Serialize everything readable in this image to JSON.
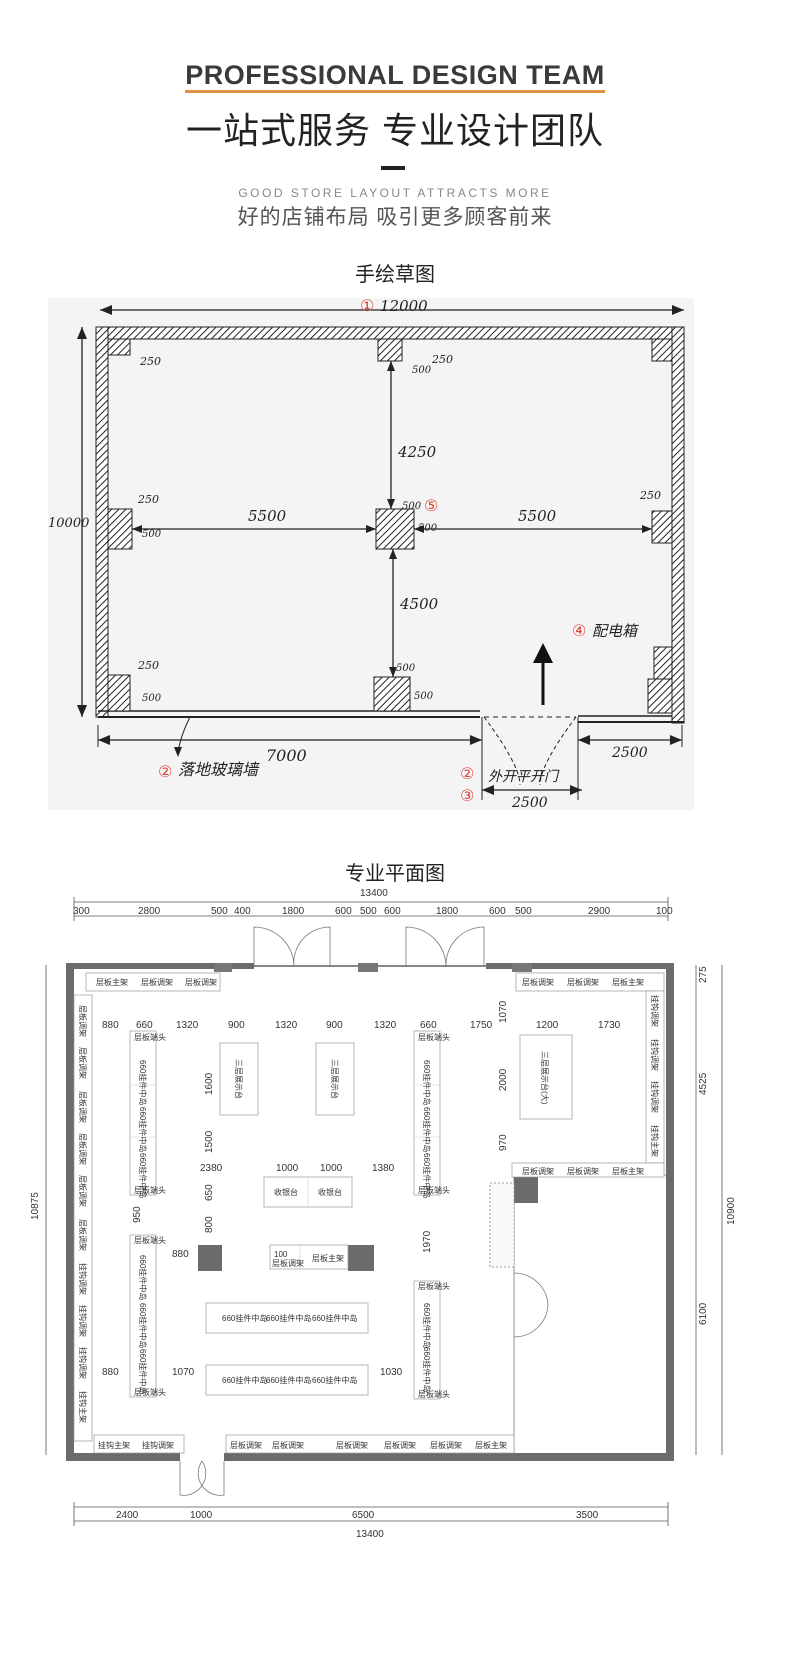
{
  "header": {
    "title_en": "PROFESSIONAL DESIGN TEAM",
    "title_cn": "一站式服务 专业设计团队",
    "subtitle_en": "GOOD STORE LAYOUT ATTRACTS MORE",
    "subtitle_cn": "好的店铺布局 吸引更多顾客前来"
  },
  "sketch": {
    "section_title": "手绘草图",
    "dims": {
      "top": "12000",
      "left": "10000",
      "bottom_left": "7000",
      "bottom_door": "2500",
      "bottom_right": "2500",
      "v_upper": "4250",
      "v_lower": "4500",
      "h_left": "5500",
      "h_right": "5500",
      "col_250": "250",
      "col_500": "500"
    },
    "markers": {
      "m1": "①",
      "m2": "②",
      "m3": "③",
      "m4": "④",
      "m5": "⑤"
    },
    "notes": {
      "glass_wall": "落地玻璃墙",
      "door": "外开平开门",
      "panel": "配电箱"
    }
  },
  "plan": {
    "section_title": "专业平面图",
    "top_total": "13400",
    "top_dims": [
      "300",
      "2800",
      "500",
      "400",
      "1800",
      "600",
      "500",
      "600",
      "1800",
      "600",
      "500",
      "2900",
      "100"
    ],
    "row_dims": [
      "880",
      "660",
      "1320",
      "900",
      "1320",
      "900",
      "1320",
      "660",
      "1750",
      "1200",
      "1730"
    ],
    "left_total": "10875",
    "right_dims": [
      "275",
      "4525",
      "6100"
    ],
    "right_total": "10900",
    "bottom_dims": [
      "2400",
      "1000",
      "6500",
      "3500"
    ],
    "bottom_total": "13400",
    "inner_dims": {
      "d1600": "1600",
      "d1500": "1500",
      "d2380": "2380",
      "d1000a": "1000",
      "d1000b": "1000",
      "d1380": "1380",
      "d650": "650",
      "d950": "950",
      "d800": "800",
      "d880a": "880",
      "d1970": "1970",
      "d880b": "880",
      "d1070a": "1070",
      "d1030": "1030",
      "d1070b": "1070",
      "d2000": "2000",
      "d970": "970"
    },
    "labels": {
      "shelf_adj": "层板调架",
      "shelf_main": "层板主架",
      "hang_adj": "挂钩调架",
      "hang_main": "挂钩主架",
      "island": "660挂件中岛",
      "end_cap": "层板端头",
      "cashier": "收银台",
      "table_small": "三层展示台",
      "table_big": "三层展示台(大)",
      "shelf_100": "100"
    }
  }
}
